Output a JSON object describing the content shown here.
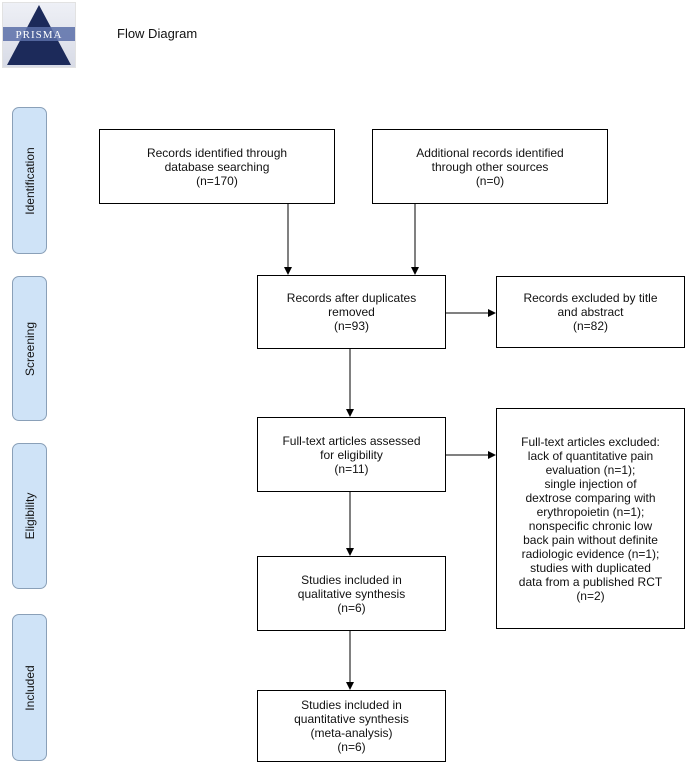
{
  "header": {
    "title": "Flow Diagram",
    "logo_text": "PRISMA"
  },
  "stages": [
    {
      "id": "identification",
      "label": "Identification"
    },
    {
      "id": "screening",
      "label": "Screening"
    },
    {
      "id": "eligibility",
      "label": "Eligibility"
    },
    {
      "id": "included",
      "label": "Included"
    }
  ],
  "boxes": {
    "database": [
      "Records identified through",
      "database searching",
      "(n=170)"
    ],
    "other": [
      "Additional records identified",
      "through other sources",
      "(n=0)"
    ],
    "after_dupes": [
      "Records after duplicates",
      "removed",
      "(n=93)"
    ],
    "excluded_title": [
      "Records excluded by title",
      "and abstract",
      "(n=82)"
    ],
    "fulltext": [
      "Full-text articles assessed",
      "for eligibility",
      "(n=11)"
    ],
    "fulltext_excluded": [
      "Full-text articles excluded:",
      "lack of quantitative pain",
      "evaluation (n=1);",
      "single injection of",
      "dextrose comparing with",
      "erythropoietin (n=1);",
      "nonspecific chronic low",
      "back pain without definite",
      "radiologic evidence (n=1);",
      "studies with duplicated",
      "data from a published RCT",
      "(n=2)"
    ],
    "qualitative": [
      "Studies included in",
      "qualitative synthesis",
      "(n=6)"
    ],
    "quantitative": [
      "Studies included in",
      "quantitative synthesis",
      "(meta-analysis)",
      "(n=6)"
    ]
  }
}
